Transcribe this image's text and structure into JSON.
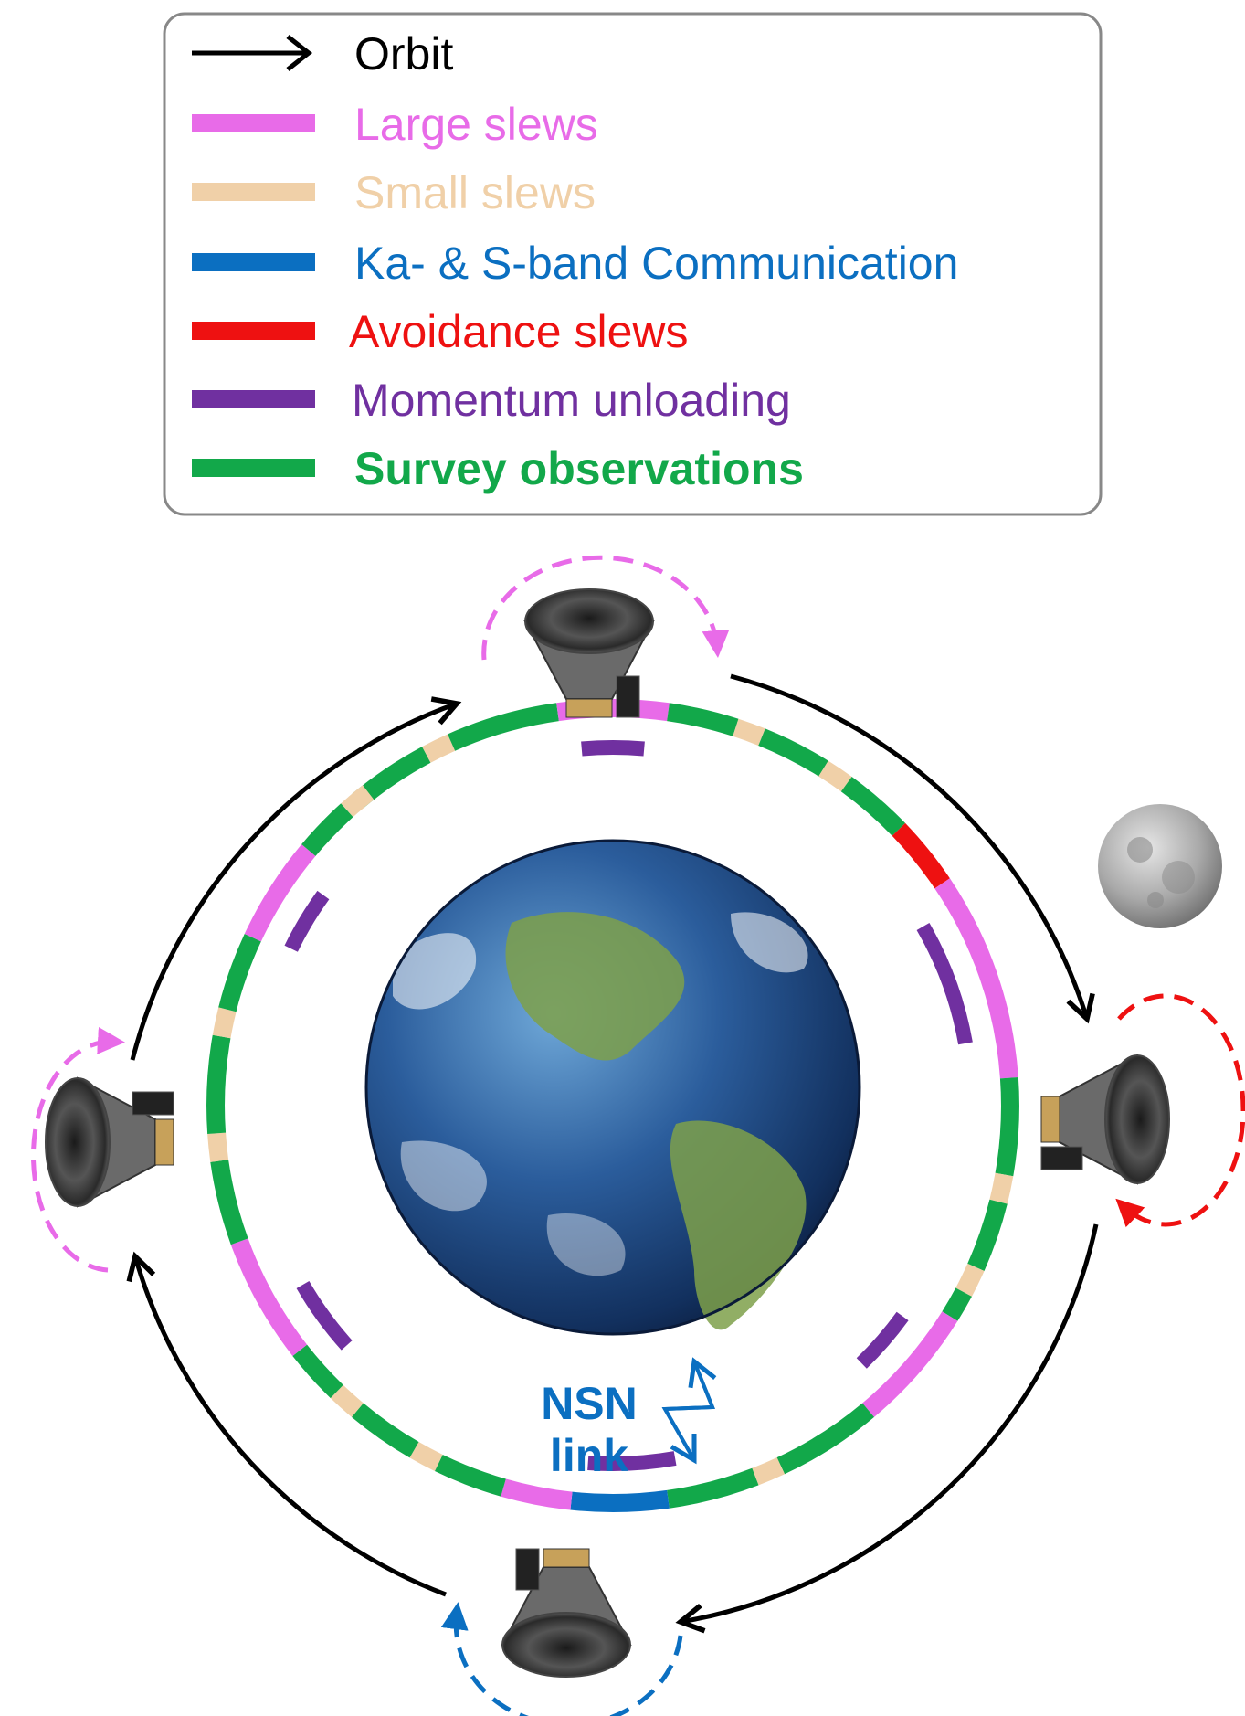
{
  "legend": {
    "items": [
      {
        "label": "Orbit",
        "color": "#000000",
        "kind": "arrow",
        "bold": false
      },
      {
        "label": "Large slews",
        "color": "#e86be8",
        "kind": "bar",
        "bold": false
      },
      {
        "label": "Small slews",
        "color": "#f0d0a8",
        "kind": "bar",
        "bold": false
      },
      {
        "label": "Ka- & S-band Communication",
        "color": "#0b6fc1",
        "kind": "bar",
        "bold": false
      },
      {
        "label": "Avoidance slews",
        "color": "#ee1111",
        "kind": "bar",
        "bold": false
      },
      {
        "label": "Momentum unloading",
        "color": "#7030a0",
        "kind": "bar",
        "bold": false
      },
      {
        "label": "Survey observations",
        "color": "#12a84a",
        "kind": "bar",
        "bold": true
      }
    ]
  },
  "nsn_link": {
    "line1": "NSN",
    "line2": "link",
    "color": "#0b6fc1"
  },
  "colors": {
    "large": "#e86be8",
    "small": "#f0d0a8",
    "comm": "#0b6fc1",
    "avoid": "#ee1111",
    "momentum": "#7030a0",
    "survey": "#12a84a",
    "orbit": "#000000"
  },
  "icons": [
    "earth-icon",
    "moon-icon",
    "spacecraft-icon",
    "orbit-arrow-icon"
  ]
}
